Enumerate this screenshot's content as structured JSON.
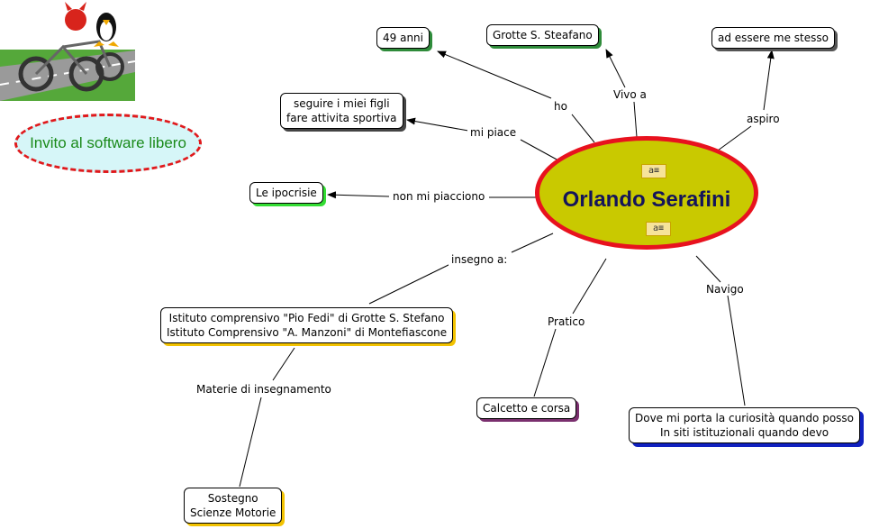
{
  "center": {
    "title": "Orlando Serafini",
    "colors": {
      "fill": "#c9c900",
      "border": "#e8121e",
      "text": "#14145a"
    },
    "note_icons": [
      "note-icon",
      "note-icon"
    ]
  },
  "invite": {
    "label": "Invito al software libero",
    "colors": {
      "fill": "#d6f6f8",
      "border": "#e0191c",
      "text": "#1a8a1a"
    }
  },
  "logo": {
    "icon": "software-libero-bikers-logo"
  },
  "nodes": {
    "anni": "49 anni",
    "grotte": "Grotte S. Steafano",
    "stesso": "ad essere me stesso",
    "figli_1": "seguire i miei figli",
    "figli_2": "fare attivita sportiva",
    "ipocrisie": "Le ipocrisie",
    "istituto_1": "Istituto comprensivo \"Pio Fedi\" di Grotte S. Stefano",
    "istituto_2": "Istituto Comprensivo \"A. Manzoni\" di Montefiascone",
    "calcetto": "Calcetto e corsa",
    "curiosita_1": "Dove mi porta la curiosità quando posso",
    "curiosita_2": "In siti istituzionali quando devo",
    "sostegno_1": "Sostegno",
    "sostegno_2": "Scienze Motorie"
  },
  "links": {
    "ho": "ho",
    "vivo": "Vivo a",
    "aspiro": "aspiro",
    "mi_piace": "mi piace",
    "non_piacciono": "non mi piacciono",
    "insegno": "insegno a:",
    "pratico": "Pratico",
    "navigo": "Navigo",
    "materie": "Materie di insegnamento"
  }
}
